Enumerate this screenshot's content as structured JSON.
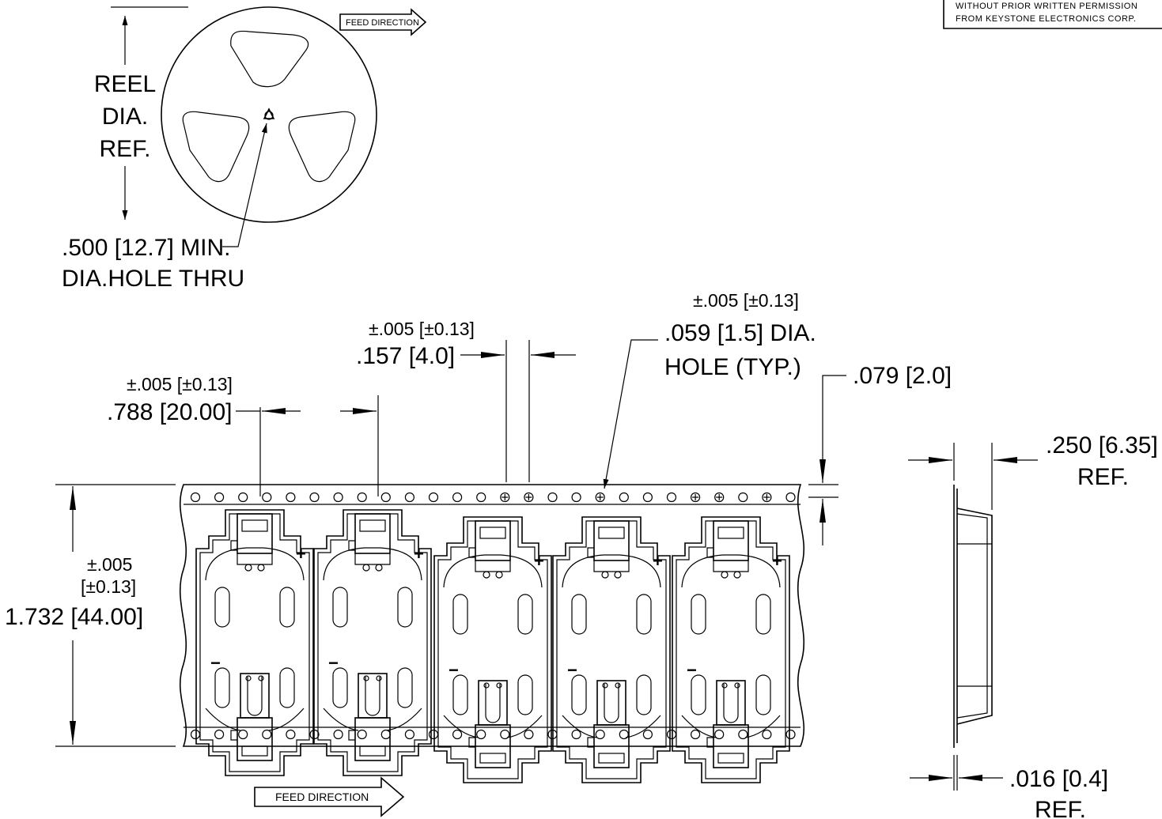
{
  "copyright_note": {
    "line1": "WITHOUT PRIOR WRITTEN PERMISSION",
    "line2": "FROM KEYSTONE ELECTRONICS CORP."
  },
  "reel": {
    "feed_direction_top": "FEED DIRECTION",
    "dia_label": [
      "REEL",
      "DIA.",
      "REF."
    ],
    "hole_label": [
      ".500 [12.7] MIN.",
      "DIA.HOLE THRU"
    ]
  },
  "dimensions": {
    "pitch": {
      "tol": "±.005 [±0.13]",
      "value": ".788 [20.00]"
    },
    "sprocket_pitch": {
      "tol": "±.005 [±0.13]",
      "value": ".157 [4.0]"
    },
    "hole_dia": {
      "tol": "±.005 [±0.13]",
      "value": ".059 [1.5] DIA.",
      "value2": "HOLE (TYP.)"
    },
    "edge_offset": {
      "value": ".079 [2.0]"
    },
    "tape_width": {
      "tol1": "±.005",
      "tol2": "[±0.13]",
      "value": "1.732 [44.00]"
    },
    "pocket_depth": {
      "value": ".250 [6.35]",
      "value2": "REF."
    },
    "thickness": {
      "value": ".016 [0.4]",
      "value2": "REF."
    }
  },
  "tape": {
    "feed_direction_bottom": "FEED DIRECTION",
    "plus_sign": "+",
    "minus_sign": "−"
  }
}
